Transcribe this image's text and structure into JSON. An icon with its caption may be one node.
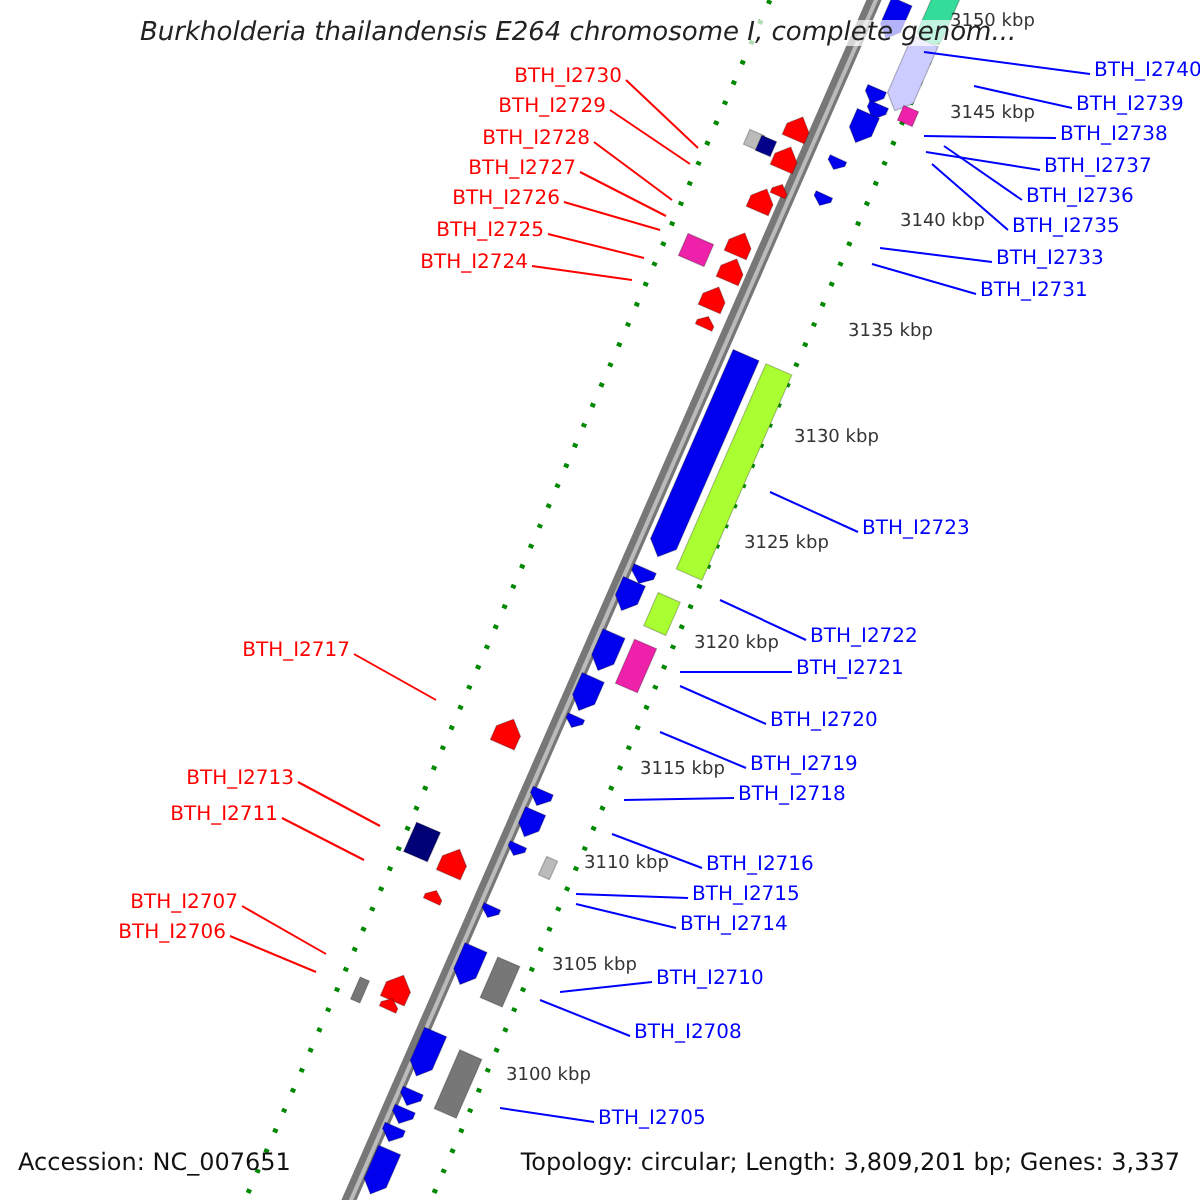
{
  "diagram": {
    "title": "Burkholderia thailandensis E264 chromosome I, complete genom...",
    "nodes": [
      {
        "text": [
          "BTH_I2730"
        ]
      },
      {
        "text": [
          "BTH_I2729"
        ]
      },
      {
        "text": [
          "BTH_I2728"
        ]
      },
      {
        "text": [
          "BTH_I2727"
        ]
      },
      {
        "text": [
          "BTH_I2726"
        ]
      },
      {
        "text": [
          "BTH_I2725"
        ]
      },
      {
        "text": [
          "BTH_I2724"
        ]
      },
      {
        "text": [
          "BTH_I2717"
        ]
      },
      {
        "text": [
          "BTH_I2713"
        ]
      },
      {
        "text": [
          "BTH_I2711"
        ]
      },
      {
        "text": [
          "BTH_I2707"
        ]
      },
      {
        "text": [
          "BTH_I2706"
        ]
      },
      {
        "text": [
          "BTH_I2740"
        ]
      },
      {
        "text": [
          "BTH_I2739"
        ]
      },
      {
        "text": [
          "BTH_I2738"
        ]
      },
      {
        "text": [
          "BTH_I2737"
        ]
      },
      {
        "text": [
          "BTH_I2736"
        ]
      },
      {
        "text": [
          "BTH_I2735"
        ]
      },
      {
        "text": [
          "BTH_I2733"
        ]
      },
      {
        "text": [
          "BTH_I2731"
        ]
      },
      {
        "text": [
          "BTH_I2723"
        ]
      },
      {
        "text": [
          "BTH_I2722"
        ]
      },
      {
        "text": [
          "BTH_I2721"
        ]
      },
      {
        "text": [
          "BTH_I2720"
        ]
      },
      {
        "text": [
          "BTH_I2719"
        ]
      },
      {
        "text": [
          "BTH_I2718"
        ]
      },
      {
        "text": [
          "BTH_I2716"
        ]
      },
      {
        "text": [
          "BTH_I2715"
        ]
      },
      {
        "text": [
          "BTH_I2714"
        ]
      },
      {
        "text": [
          "BTH_I2710"
        ]
      },
      {
        "text": [
          "BTH_I2708"
        ]
      },
      {
        "text": [
          "BTH_I2705"
        ]
      }
    ],
    "edges": [
      {
        "from": 0,
        "to": null,
        "arrow": "none",
        "color": "#ff0000"
      },
      {
        "from": 1,
        "to": null,
        "arrow": "none",
        "color": "#ff0000"
      },
      {
        "from": 2,
        "to": null,
        "arrow": "none",
        "color": "#ff0000"
      },
      {
        "from": 3,
        "to": null,
        "arrow": "none",
        "color": "#ff0000"
      },
      {
        "from": 4,
        "to": null,
        "arrow": "none",
        "color": "#ff0000"
      },
      {
        "from": 5,
        "to": null,
        "arrow": "none",
        "color": "#ff0000"
      },
      {
        "from": 6,
        "to": null,
        "arrow": "none",
        "color": "#ff0000"
      },
      {
        "from": 7,
        "to": null,
        "arrow": "none",
        "color": "#ff0000"
      },
      {
        "from": 8,
        "to": null,
        "arrow": "none",
        "color": "#ff0000"
      },
      {
        "from": 9,
        "to": null,
        "arrow": "none",
        "color": "#ff0000"
      },
      {
        "from": 10,
        "to": null,
        "arrow": "none",
        "color": "#ff0000"
      },
      {
        "from": 11,
        "to": null,
        "arrow": "none",
        "color": "#ff0000"
      },
      {
        "from": 12,
        "to": null,
        "arrow": "none"
      },
      {
        "from": 13,
        "to": null,
        "arrow": "none"
      },
      {
        "from": 14,
        "to": null,
        "arrow": "none"
      },
      {
        "from": 15,
        "to": null,
        "arrow": "none"
      },
      {
        "from": 16,
        "to": null,
        "arrow": "none"
      },
      {
        "from": 17,
        "to": null,
        "arrow": "none"
      },
      {
        "from": 18,
        "to": null,
        "arrow": "none"
      },
      {
        "from": 19,
        "to": null,
        "arrow": "none"
      },
      {
        "from": 20,
        "to": null,
        "arrow": "none"
      },
      {
        "from": 21,
        "to": null,
        "arrow": "none"
      },
      {
        "from": 22,
        "to": null,
        "arrow": "none"
      },
      {
        "from": 23,
        "to": null,
        "arrow": "none"
      },
      {
        "from": 24,
        "to": null,
        "arrow": "none"
      },
      {
        "from": 25,
        "to": null,
        "arrow": "none"
      },
      {
        "from": 26,
        "to": null,
        "arrow": "none"
      },
      {
        "from": 27,
        "to": null,
        "arrow": "none"
      },
      {
        "from": 28,
        "to": null,
        "arrow": "none"
      },
      {
        "from": 29,
        "to": null,
        "arrow": "none"
      },
      {
        "from": 30,
        "to": null,
        "arrow": "none"
      },
      {
        "from": 31,
        "to": null,
        "arrow": "none"
      }
    ],
    "labels": [
      "3150 kbp",
      "3145 kbp",
      "3140 kbp",
      "3135 kbp",
      "3130 kbp",
      "3125 kbp",
      "3120 kbp",
      "3115 kbp",
      "3110 kbp",
      "3105 kbp",
      "3100 kbp",
      "Accession: NC_007651",
      "Topology: circular; Length: 3,809,201 bp; Genes: 3,337"
    ]
  }
}
